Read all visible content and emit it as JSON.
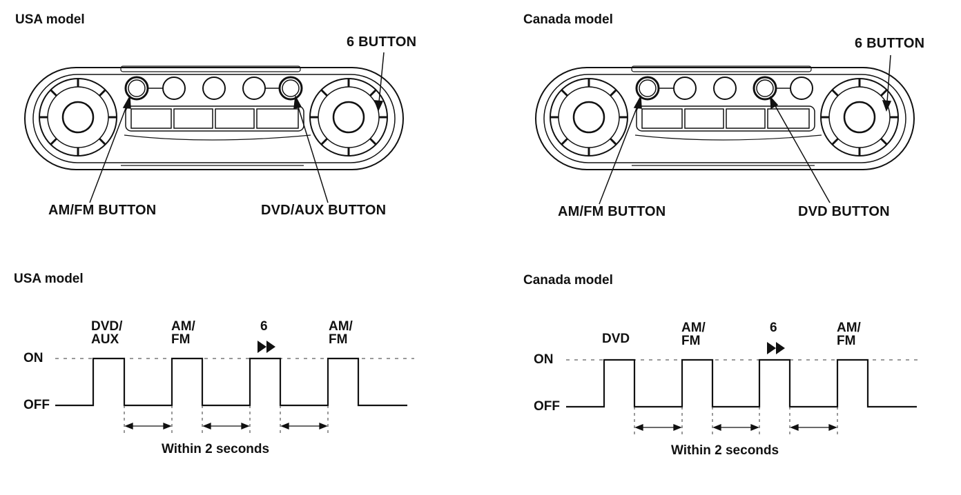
{
  "usa_panel": {
    "title": "USA model",
    "six_button": "6 BUTTON",
    "amfm_button": "AM/FM BUTTON",
    "mode_button": "DVD/AUX BUTTON"
  },
  "canada_panel": {
    "title": "Canada model",
    "six_button": "6 BUTTON",
    "amfm_button": "AM/FM BUTTON",
    "mode_button": "DVD BUTTON"
  },
  "usa_timing": {
    "title": "USA model",
    "on_label": "ON",
    "off_label": "OFF",
    "pulses": [
      {
        "line1": "DVD/",
        "line2": "AUX"
      },
      {
        "line1": "AM/",
        "line2": "FM"
      },
      {
        "line1": "6",
        "line2": ""
      },
      {
        "line1": "AM/",
        "line2": "FM"
      }
    ],
    "interval_caption": "Within 2 seconds",
    "fast_forward_icon": "fast-forward-icon"
  },
  "canada_timing": {
    "title": "Canada model",
    "on_label": "ON",
    "off_label": "OFF",
    "pulses": [
      {
        "line1": "DVD",
        "line2": ""
      },
      {
        "line1": "AM/",
        "line2": "FM"
      },
      {
        "line1": "6",
        "line2": ""
      },
      {
        "line1": "AM/",
        "line2": "FM"
      }
    ],
    "interval_caption": "Within 2 seconds",
    "fast_forward_icon": "fast-forward-icon"
  }
}
